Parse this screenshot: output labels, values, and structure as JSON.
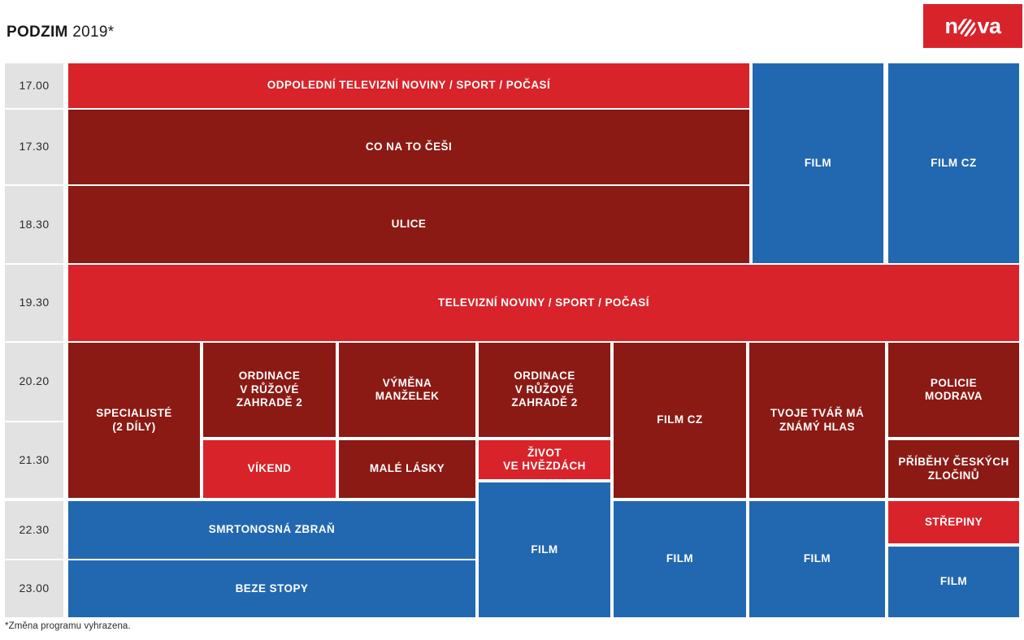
{
  "header": {
    "title_strong": "PODZIM",
    "title_light": " 2019*",
    "logo_name": "nova-logo",
    "logo_text_before": "n",
    "logo_text_after": "va",
    "logo_color": "#D8232A"
  },
  "colors": {
    "bright_red": "#D8232A",
    "dark_red": "#8B1A14",
    "blue": "#2268B0",
    "time_gray": "#E2E2E2",
    "text_dark": "#2b2b2b",
    "white": "#ffffff"
  },
  "time_column": {
    "label": "time-slots",
    "slots": [
      {
        "time": "17.00"
      },
      {
        "time": "17.30"
      },
      {
        "time": "18.30"
      },
      {
        "time": "19.30"
      },
      {
        "time": "20.20"
      },
      {
        "time": "21.30"
      },
      {
        "time": "22.30"
      },
      {
        "time": "23.00"
      }
    ]
  },
  "programmes": [
    {
      "id": "p01",
      "label": "ODPOLEDNÍ TELEVIZNÍ NOVINY / SPORT / POČASÍ",
      "type": "news",
      "slot": "17.00"
    },
    {
      "id": "p02",
      "label": "CO NA TO ČEŠI",
      "type": "show",
      "slot": "17.30"
    },
    {
      "id": "p03",
      "label": "ULICE",
      "type": "show",
      "slot": "18.30"
    },
    {
      "id": "p04",
      "label": "TELEVIZNÍ NOVINY / SPORT / POČASÍ",
      "type": "news",
      "slot": "19.30"
    },
    {
      "id": "p05",
      "label": "FILM",
      "type": "film",
      "slot": "17.00-18.30"
    },
    {
      "id": "p06",
      "label": "FILM CZ",
      "type": "film",
      "slot": "17.00-18.30"
    },
    {
      "id": "p07",
      "label": "SPECIALISTÉ\n(2 DÍLY)",
      "type": "show",
      "slot": "20.20-21.30"
    },
    {
      "id": "p08",
      "label": "ORDINACE\nV RŮŽOVÉ\nZAHRADĚ 2",
      "type": "show",
      "slot": "20.20"
    },
    {
      "id": "p09",
      "label": "VÝMĚNA\nMANŽELEK",
      "type": "show",
      "slot": "20.20"
    },
    {
      "id": "p10",
      "label": "ORDINACE\nV RŮŽOVÉ\nZAHRADĚ 2",
      "type": "show",
      "slot": "20.20"
    },
    {
      "id": "p11",
      "label": "FILM CZ",
      "type": "show",
      "slot": "20.20-21.30"
    },
    {
      "id": "p12",
      "label": "TVOJE TVÁŘ MÁ\nZNÁMÝ HLAS",
      "type": "show",
      "slot": "20.20-21.30"
    },
    {
      "id": "p13",
      "label": "POLICIE\nMODRAVA",
      "type": "show",
      "slot": "20.20"
    },
    {
      "id": "p14",
      "label": "VÍKEND",
      "type": "acq",
      "slot": "21.30"
    },
    {
      "id": "p15",
      "label": "MALÉ LÁSKY",
      "type": "show",
      "slot": "21.30"
    },
    {
      "id": "p16",
      "label": "ŽIVOT\nVE HVĚZDÁCH",
      "type": "acq",
      "slot": "21.30"
    },
    {
      "id": "p17",
      "label": "PŘÍBĚHY ČESKÝCH\nZLOČINŮ",
      "type": "show",
      "slot": "21.30"
    },
    {
      "id": "p18",
      "label": "SMRTONOSNÁ ZBRAŇ",
      "type": "film",
      "slot": "22.30"
    },
    {
      "id": "p19",
      "label": "FILM",
      "type": "film",
      "slot": "21.30-23.00"
    },
    {
      "id": "p20",
      "label": "FILM",
      "type": "film",
      "slot": "22.30-23.00"
    },
    {
      "id": "p21",
      "label": "FILM",
      "type": "film",
      "slot": "22.30-23.00"
    },
    {
      "id": "p22",
      "label": "STŘEPINY",
      "type": "acq",
      "slot": "22.30"
    },
    {
      "id": "p23",
      "label": "BEZE STOPY",
      "type": "film",
      "slot": "23.00"
    },
    {
      "id": "p24",
      "label": "FILM",
      "type": "film",
      "slot": "23.00"
    }
  ],
  "footnote": "*Změna programu vyhrazena."
}
